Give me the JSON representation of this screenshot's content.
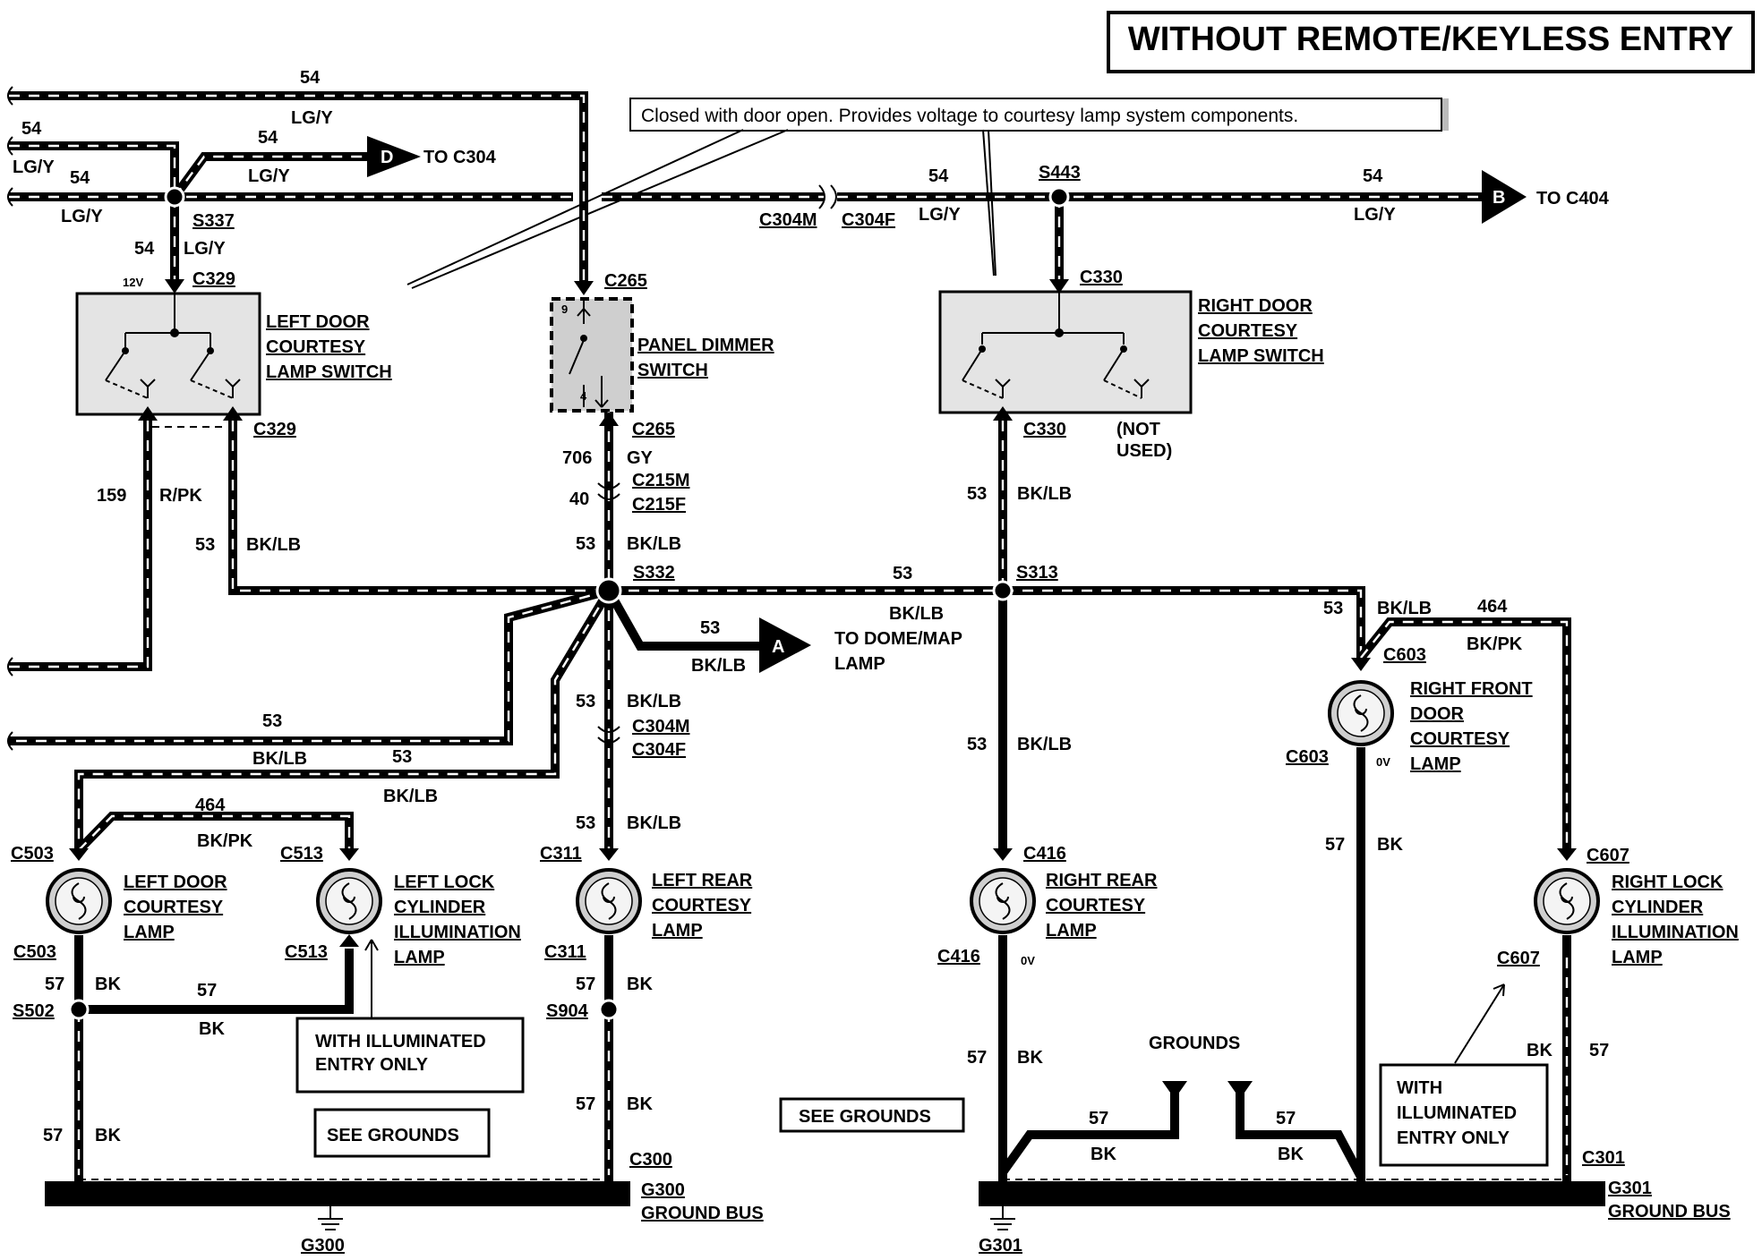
{
  "title": "WITHOUT REMOTE/KEYLESS ENTRY",
  "note": "Closed with door open.  Provides voltage to courtesy lamp system components.",
  "wires": {
    "w54_top": "54",
    "w54_top_color": "LG/Y",
    "w54_a": "54",
    "w54_a_color": "LG/Y",
    "w54_b": "54",
    "w54_b_color": "LG/Y",
    "w54_c": "54",
    "w54_c_color": "LG/Y",
    "w54_d": "54",
    "w54_d_color": "LG/Y",
    "w54_e": "54",
    "w54_e_color": "LG/Y",
    "w54_f": "54",
    "w54_f_color": "LG/Y",
    "w159": "159",
    "w159_color": "R/PK",
    "w53_left": "53",
    "w53_left_color": "BK/LB",
    "w706": "706",
    "w706_color": "GY",
    "w40": "40",
    "w53_s332": "53",
    "w53_s332_color": "BK/LB",
    "w53_mid": "53",
    "w53_mid_color": "BK/LB",
    "w53_rr_up": "53",
    "w53_rr_up_color": "BK/LB",
    "w53_dome": "53",
    "w53_dome_color": "BK/LB",
    "w53_rf": "53",
    "w53_rf_color": "BK/LB",
    "w464_r": "464",
    "w464_r_color": "BK/PK",
    "w53_lfeed": "53",
    "w53_lfeed_color": "BK/LB",
    "w53_ld": "53",
    "w53_ld_color": "BK/LB",
    "w464_l": "464",
    "w464_l_color": "BK/PK",
    "w53_lr": "53",
    "w53_lr_color": "BK/LB",
    "w53_lr2": "53",
    "w53_lr2_color": "BK/LB",
    "w53_rr": "53",
    "w53_rr_color": "BK/LB",
    "w57_rf": "57",
    "w57_rf_color": "BK",
    "w57_ld": "57",
    "w57_ld_color": "BK",
    "w57_ll": "57",
    "w57_ll_color": "BK",
    "w57_ld2": "57",
    "w57_ld2_color": "BK",
    "w57_lr": "57",
    "w57_lr_color": "BK",
    "w57_lr2": "57",
    "w57_lr2_color": "BK",
    "w57_rr": "57",
    "w57_rr_color": "BK",
    "w57_g1": "57",
    "w57_g1_color": "BK",
    "w57_g2": "57",
    "w57_g2_color": "BK",
    "w57_rl": "57",
    "w57_rl_color": "BK"
  },
  "connectors": {
    "c304": "TO C304",
    "c404": "TO C404",
    "s337": "S337",
    "s443": "S443",
    "s332": "S332",
    "s313": "S313",
    "s502": "S502",
    "s904": "S904",
    "c304m": "C304M",
    "c304f": "C304F",
    "c304m2": "C304M",
    "c304f2": "C304F",
    "c329_top": "C329",
    "c329_bot": "C329",
    "v12": "12V",
    "c265_top": "C265",
    "c265_bot": "C265",
    "c330_top": "C330",
    "c330_bot": "C330",
    "c215m": "C215M",
    "c215f": "C215F",
    "c603_top": "C603",
    "c603_bot": "C603",
    "v0_rf": "0V",
    "c503_top": "C503",
    "c503_bot": "C503",
    "c513_top": "C513",
    "c513_bot": "C513",
    "c311_top": "C311",
    "c311_bot": "C311",
    "c416_top": "C416",
    "c416_bot": "C416",
    "v0_rr": "0V",
    "c607_top": "C607",
    "c607_bot": "C607",
    "c300": "C300",
    "c301": "C301",
    "g300": "G300",
    "g301": "G301",
    "dome": [
      "TO DOME/MAP",
      "LAMP"
    ],
    "not_used": [
      "(NOT",
      "USED)"
    ],
    "pin9": "9",
    "pin4": "4",
    "bubble_d": "D",
    "bubble_b": "B",
    "bubble_a": "A"
  },
  "components": {
    "left_door_switch": [
      "LEFT DOOR",
      "COURTESY",
      "LAMP SWITCH"
    ],
    "panel_dimmer": [
      "PANEL DIMMER",
      "SWITCH"
    ],
    "right_door_switch": [
      "RIGHT DOOR",
      "COURTESY",
      "LAMP SWITCH"
    ],
    "right_front_lamp": [
      "RIGHT FRONT",
      "DOOR",
      "COURTESY",
      "LAMP"
    ],
    "left_door_lamp": [
      "LEFT DOOR",
      "COURTESY",
      "LAMP"
    ],
    "left_lock_lamp": [
      "LEFT LOCK",
      "CYLINDER",
      "ILLUMINATION",
      "LAMP"
    ],
    "left_rear_lamp": [
      "LEFT REAR",
      "COURTESY",
      "LAMP"
    ],
    "right_rear_lamp": [
      "RIGHT REAR",
      "COURTESY",
      "LAMP"
    ],
    "right_lock_lamp": [
      "RIGHT LOCK",
      "CYLINDER",
      "ILLUMINATION",
      "LAMP"
    ]
  },
  "boxes": {
    "illum_left": [
      "WITH ILLUMINATED",
      "ENTRY ONLY"
    ],
    "illum_right": [
      "WITH",
      "ILLUMINATED",
      "ENTRY ONLY"
    ],
    "see_grounds_left": "SEE GROUNDS",
    "see_grounds_mid": "SEE GROUNDS",
    "grounds": "GROUNDS"
  },
  "bus_labels": {
    "g300_bus": [
      "G300",
      "GROUND BUS"
    ],
    "g301_bus": [
      "G301",
      "GROUND BUS"
    ]
  }
}
